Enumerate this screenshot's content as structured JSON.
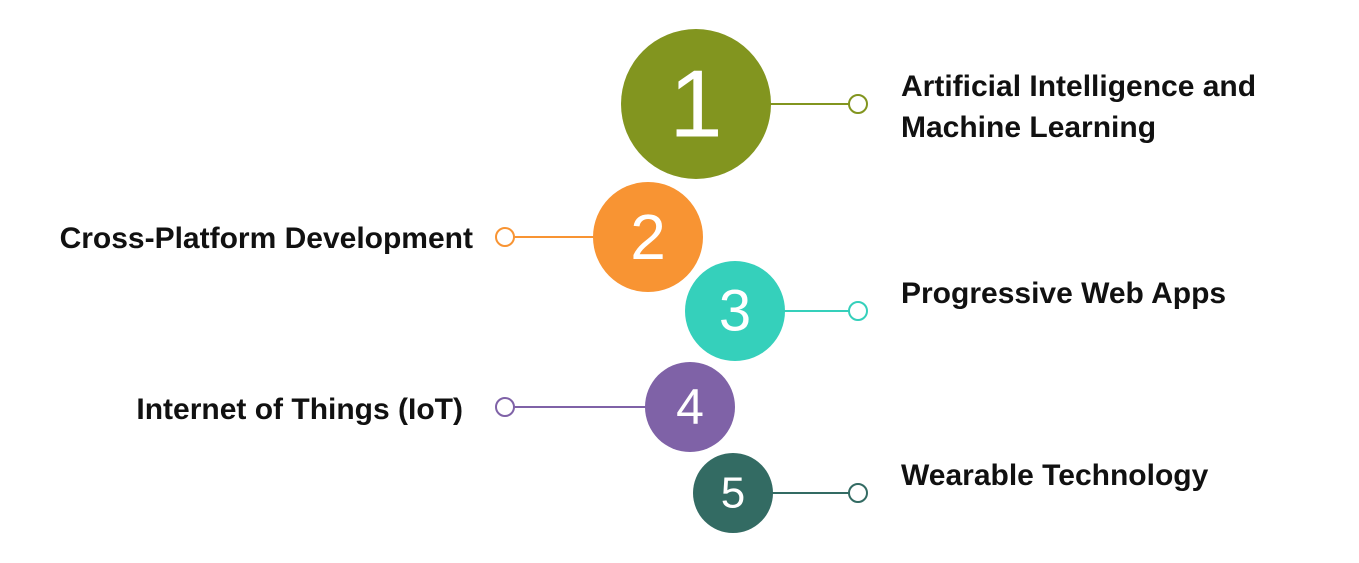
{
  "items": [
    {
      "number": "1",
      "label_lines": [
        "Artificial Intelligence and",
        "Machine Learning"
      ],
      "color": "#82951f"
    },
    {
      "number": "2",
      "label_lines": [
        "Cross-Platform Development"
      ],
      "color": "#f89433"
    },
    {
      "number": "3",
      "label_lines": [
        "Progressive Web Apps"
      ],
      "color": "#35d0bb"
    },
    {
      "number": "4",
      "label_lines": [
        "Internet of Things (IoT)"
      ],
      "color": "#7f62a7"
    },
    {
      "number": "5",
      "label_lines": [
        "Wearable Technology"
      ],
      "color": "#336b63"
    }
  ]
}
